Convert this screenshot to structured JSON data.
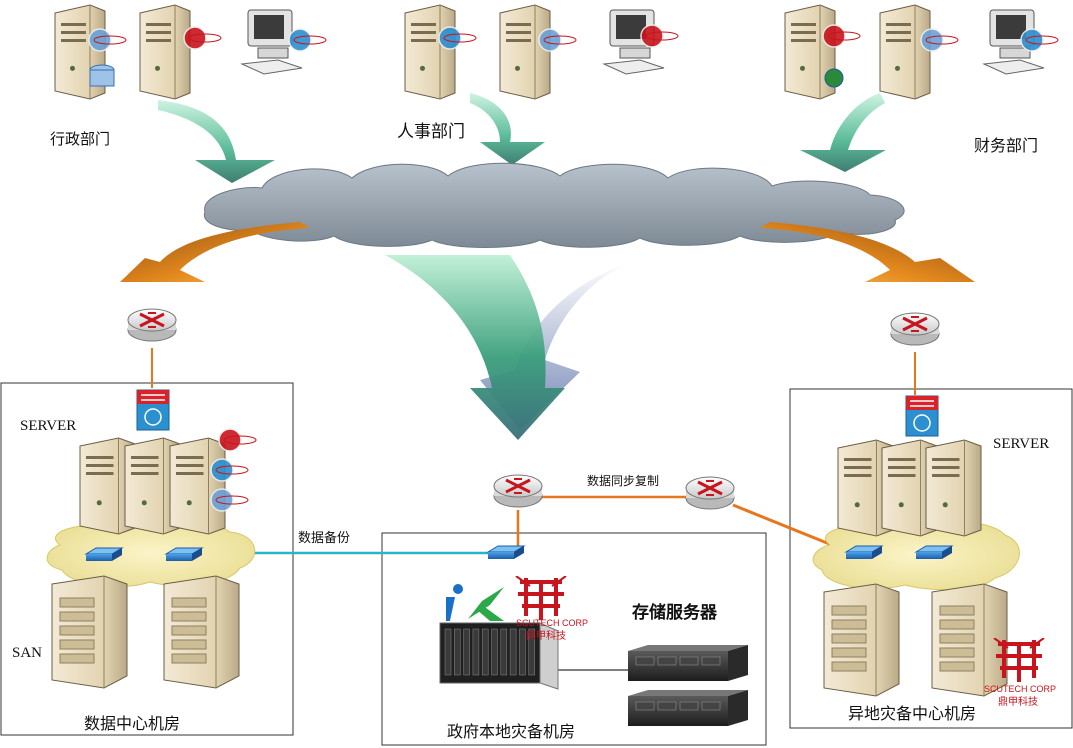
{
  "departments": {
    "admin": "行政部门",
    "hr": "人事部门",
    "finance": "财务部门"
  },
  "left_site": {
    "server_label": "SERVER",
    "san_label": "SAN",
    "room_label": "数据中心机房"
  },
  "right_site": {
    "server_label": "SERVER",
    "room_label": "异地灾备中心机房"
  },
  "center_site": {
    "room_label": "政府本地灾备机房",
    "storage_label": "存储服务器"
  },
  "links": {
    "backup": "数据备份",
    "sync": "数据同步复制"
  },
  "brand": {
    "corp_left": "SCUTECH CORP",
    "cn_left": "鼎甲科技",
    "corp_right": "SCUTECH CORP",
    "cn_right": "鼎甲科技",
    "logo_mark": "SCUTECH"
  },
  "colors": {
    "cloud": "#8e9aa6",
    "green_arrow": "#2f8a6a",
    "orange_arrow": "#e07b16",
    "link_cyan": "#2bb3c8",
    "link_orange": "#e8761c"
  }
}
